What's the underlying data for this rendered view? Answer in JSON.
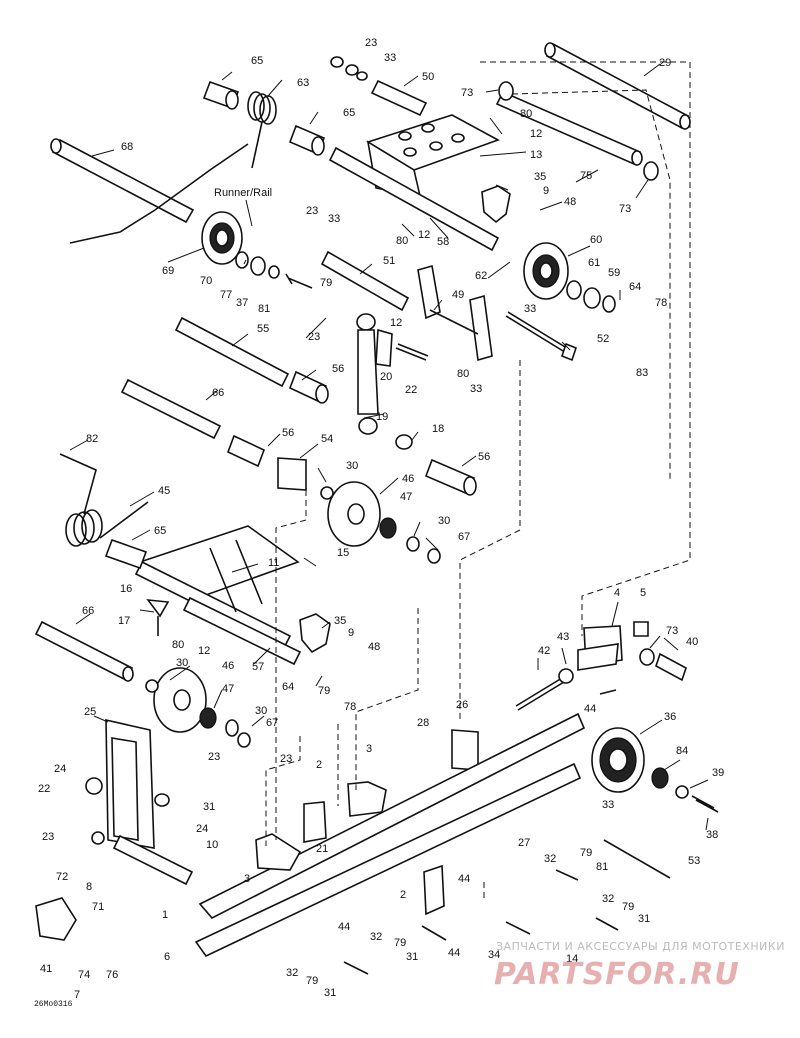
{
  "diagram": {
    "label_runner_rail": "Runner/Rail",
    "drawing_code": "26Mo0316",
    "watermark_text": "ЗАПЧАСТИ И АКСЕССУАРЫ ДЛЯ МОТОТЕХНИКИ",
    "watermark_logo": "PARTSFOR.RU",
    "colors": {
      "line": "#111111",
      "watermark_text": "#bbbbbb",
      "watermark_logo": "#e7b0b0"
    }
  },
  "callouts": [
    {
      "id": "c-23-top",
      "text": "23"
    },
    {
      "id": "c-33-top",
      "text": "33"
    },
    {
      "id": "c-50",
      "text": "50"
    },
    {
      "id": "c-29",
      "text": "29"
    },
    {
      "id": "c-65-a",
      "text": "65"
    },
    {
      "id": "c-63",
      "text": "63"
    },
    {
      "id": "c-65-b",
      "text": "65"
    },
    {
      "id": "c-73-a",
      "text": "73"
    },
    {
      "id": "c-80-a",
      "text": "80"
    },
    {
      "id": "c-12-a",
      "text": "12"
    },
    {
      "id": "c-13",
      "text": "13"
    },
    {
      "id": "c-68",
      "text": "68"
    },
    {
      "id": "c-75",
      "text": "75"
    },
    {
      "id": "c-35-a",
      "text": "35"
    },
    {
      "id": "c-9-a",
      "text": "9"
    },
    {
      "id": "c-48-a",
      "text": "48"
    },
    {
      "id": "c-73-b",
      "text": "73"
    },
    {
      "id": "c-23-b",
      "text": "23"
    },
    {
      "id": "c-33-b",
      "text": "33"
    },
    {
      "id": "c-12-b",
      "text": "12"
    },
    {
      "id": "c-80-b",
      "text": "80"
    },
    {
      "id": "c-58",
      "text": "58"
    },
    {
      "id": "c-60",
      "text": "60"
    },
    {
      "id": "c-69",
      "text": "69"
    },
    {
      "id": "c-51",
      "text": "51"
    },
    {
      "id": "c-62",
      "text": "62"
    },
    {
      "id": "c-61",
      "text": "61"
    },
    {
      "id": "c-59",
      "text": "59"
    },
    {
      "id": "c-70",
      "text": "70"
    },
    {
      "id": "c-77",
      "text": "77"
    },
    {
      "id": "c-37",
      "text": "37"
    },
    {
      "id": "c-79-a",
      "text": "79"
    },
    {
      "id": "c-81-a",
      "text": "81"
    },
    {
      "id": "c-49",
      "text": "49"
    },
    {
      "id": "c-64-a",
      "text": "64"
    },
    {
      "id": "c-33-c",
      "text": "33"
    },
    {
      "id": "c-78-a",
      "text": "78"
    },
    {
      "id": "c-55",
      "text": "55"
    },
    {
      "id": "c-23-c",
      "text": "23"
    },
    {
      "id": "c-12-c",
      "text": "12"
    },
    {
      "id": "c-52",
      "text": "52"
    },
    {
      "id": "c-56-a",
      "text": "56"
    },
    {
      "id": "c-20",
      "text": "20"
    },
    {
      "id": "c-22-a",
      "text": "22"
    },
    {
      "id": "c-80-c",
      "text": "80"
    },
    {
      "id": "c-83",
      "text": "83"
    },
    {
      "id": "c-33-d",
      "text": "33"
    },
    {
      "id": "c-66-a",
      "text": "66"
    },
    {
      "id": "c-19",
      "text": "19"
    },
    {
      "id": "c-82",
      "text": "82"
    },
    {
      "id": "c-56-b",
      "text": "56"
    },
    {
      "id": "c-54",
      "text": "54"
    },
    {
      "id": "c-18",
      "text": "18"
    },
    {
      "id": "c-56-c",
      "text": "56"
    },
    {
      "id": "c-30-a",
      "text": "30"
    },
    {
      "id": "c-46-a",
      "text": "46"
    },
    {
      "id": "c-45",
      "text": "45"
    },
    {
      "id": "c-47-a",
      "text": "47"
    },
    {
      "id": "c-65-c",
      "text": "65"
    },
    {
      "id": "c-30-b",
      "text": "30"
    },
    {
      "id": "c-67-a",
      "text": "67"
    },
    {
      "id": "c-11",
      "text": "11"
    },
    {
      "id": "c-15",
      "text": "15"
    },
    {
      "id": "c-16",
      "text": "16"
    },
    {
      "id": "c-17",
      "text": "17"
    },
    {
      "id": "c-35-b",
      "text": "35"
    },
    {
      "id": "c-80-d",
      "text": "80"
    },
    {
      "id": "c-12-d",
      "text": "12"
    },
    {
      "id": "c-9-b",
      "text": "9"
    },
    {
      "id": "c-48-b",
      "text": "48"
    },
    {
      "id": "c-66-b",
      "text": "66"
    },
    {
      "id": "c-30-c",
      "text": "30"
    },
    {
      "id": "c-46-b",
      "text": "46"
    },
    {
      "id": "c-57",
      "text": "57"
    },
    {
      "id": "c-64-b",
      "text": "64"
    },
    {
      "id": "c-79-b",
      "text": "79"
    },
    {
      "id": "c-78-b",
      "text": "78"
    },
    {
      "id": "c-4",
      "text": "4"
    },
    {
      "id": "c-5",
      "text": "5"
    },
    {
      "id": "c-73-c",
      "text": "73"
    },
    {
      "id": "c-40",
      "text": "40"
    },
    {
      "id": "c-43",
      "text": "43"
    },
    {
      "id": "c-42",
      "text": "42"
    },
    {
      "id": "c-44-a",
      "text": "44"
    },
    {
      "id": "c-47-b",
      "text": "47"
    },
    {
      "id": "c-30-d",
      "text": "30"
    },
    {
      "id": "c-25",
      "text": "25"
    },
    {
      "id": "c-67-b",
      "text": "67"
    },
    {
      "id": "c-23-d",
      "text": "23"
    },
    {
      "id": "c-28",
      "text": "28"
    },
    {
      "id": "c-26",
      "text": "26"
    },
    {
      "id": "c-36",
      "text": "36"
    },
    {
      "id": "c-24-a",
      "text": "24"
    },
    {
      "id": "c-84",
      "text": "84"
    },
    {
      "id": "c-22-b",
      "text": "22"
    },
    {
      "id": "c-31-a",
      "text": "31"
    },
    {
      "id": "c-23-e",
      "text": "23"
    },
    {
      "id": "c-2-a",
      "text": "2"
    },
    {
      "id": "c-3-a",
      "text": "3"
    },
    {
      "id": "c-39",
      "text": "39"
    },
    {
      "id": "c-24-b",
      "text": "24"
    },
    {
      "id": "c-33-e",
      "text": "33"
    },
    {
      "id": "c-38",
      "text": "38"
    },
    {
      "id": "c-23-f",
      "text": "23"
    },
    {
      "id": "c-21",
      "text": "21"
    },
    {
      "id": "c-27",
      "text": "27"
    },
    {
      "id": "c-10",
      "text": "10"
    },
    {
      "id": "c-3-b",
      "text": "3"
    },
    {
      "id": "c-32-a",
      "text": "32"
    },
    {
      "id": "c-79-c",
      "text": "79"
    },
    {
      "id": "c-53",
      "text": "53"
    },
    {
      "id": "c-81-b",
      "text": "81"
    },
    {
      "id": "c-72",
      "text": "72"
    },
    {
      "id": "c-8",
      "text": "8"
    },
    {
      "id": "c-44-b",
      "text": "44"
    },
    {
      "id": "c-71",
      "text": "71"
    },
    {
      "id": "c-2-b",
      "text": "2"
    },
    {
      "id": "c-32-b",
      "text": "32"
    },
    {
      "id": "c-79-d",
      "text": "79"
    },
    {
      "id": "c-1",
      "text": "1"
    },
    {
      "id": "c-31-b",
      "text": "31"
    },
    {
      "id": "c-44-c",
      "text": "44"
    },
    {
      "id": "c-32-c",
      "text": "32"
    },
    {
      "id": "c-79-e",
      "text": "79"
    },
    {
      "id": "c-6",
      "text": "6"
    },
    {
      "id": "c-44-d",
      "text": "44"
    },
    {
      "id": "c-34",
      "text": "34"
    },
    {
      "id": "c-31-c",
      "text": "31"
    },
    {
      "id": "c-14",
      "text": "14"
    },
    {
      "id": "c-41",
      "text": "41"
    },
    {
      "id": "c-74",
      "text": "74"
    },
    {
      "id": "c-76",
      "text": "76"
    },
    {
      "id": "c-32-d",
      "text": "32"
    },
    {
      "id": "c-79-f",
      "text": "79"
    },
    {
      "id": "c-7",
      "text": "7"
    },
    {
      "id": "c-31-d",
      "text": "31"
    }
  ]
}
